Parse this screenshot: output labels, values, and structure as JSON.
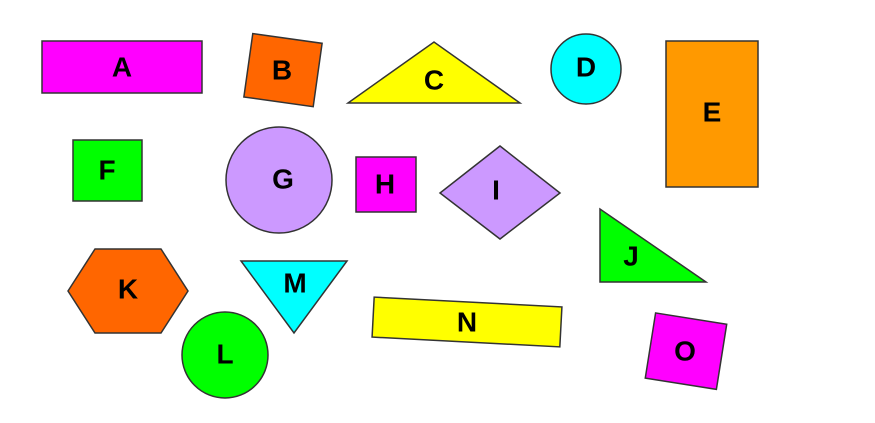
{
  "colors": {
    "magenta": "#ff00ff",
    "orange_red": "#ff6600",
    "yellow": "#ffff00",
    "cyan": "#00ffff",
    "orange": "#ff9900",
    "green": "#00ff00",
    "lavender": "#cc99ff",
    "outline": "#333333"
  },
  "shapes": [
    {
      "id": "A",
      "label": "A",
      "kind": "rectangle",
      "color": "#ff00ff"
    },
    {
      "id": "B",
      "label": "B",
      "kind": "rotated-square",
      "color": "#ff6600"
    },
    {
      "id": "C",
      "label": "C",
      "kind": "triangle",
      "color": "#ffff00"
    },
    {
      "id": "D",
      "label": "D",
      "kind": "circle",
      "color": "#00ffff"
    },
    {
      "id": "E",
      "label": "E",
      "kind": "rectangle",
      "color": "#ff9900"
    },
    {
      "id": "F",
      "label": "F",
      "kind": "square",
      "color": "#00ff00"
    },
    {
      "id": "G",
      "label": "G",
      "kind": "circle",
      "color": "#cc99ff"
    },
    {
      "id": "H",
      "label": "H",
      "kind": "square",
      "color": "#ff00ff"
    },
    {
      "id": "I",
      "label": "I",
      "kind": "rhombus",
      "color": "#cc99ff"
    },
    {
      "id": "J",
      "label": "J",
      "kind": "right-triangle",
      "color": "#00ff00"
    },
    {
      "id": "K",
      "label": "K",
      "kind": "hexagon",
      "color": "#ff6600"
    },
    {
      "id": "L",
      "label": "L",
      "kind": "circle",
      "color": "#00ff00"
    },
    {
      "id": "M",
      "label": "M",
      "kind": "inverted-triangle",
      "color": "#00ffff"
    },
    {
      "id": "N",
      "label": "N",
      "kind": "rotated-rectangle",
      "color": "#ffff00"
    },
    {
      "id": "O",
      "label": "O",
      "kind": "rotated-square",
      "color": "#ff00ff"
    }
  ]
}
